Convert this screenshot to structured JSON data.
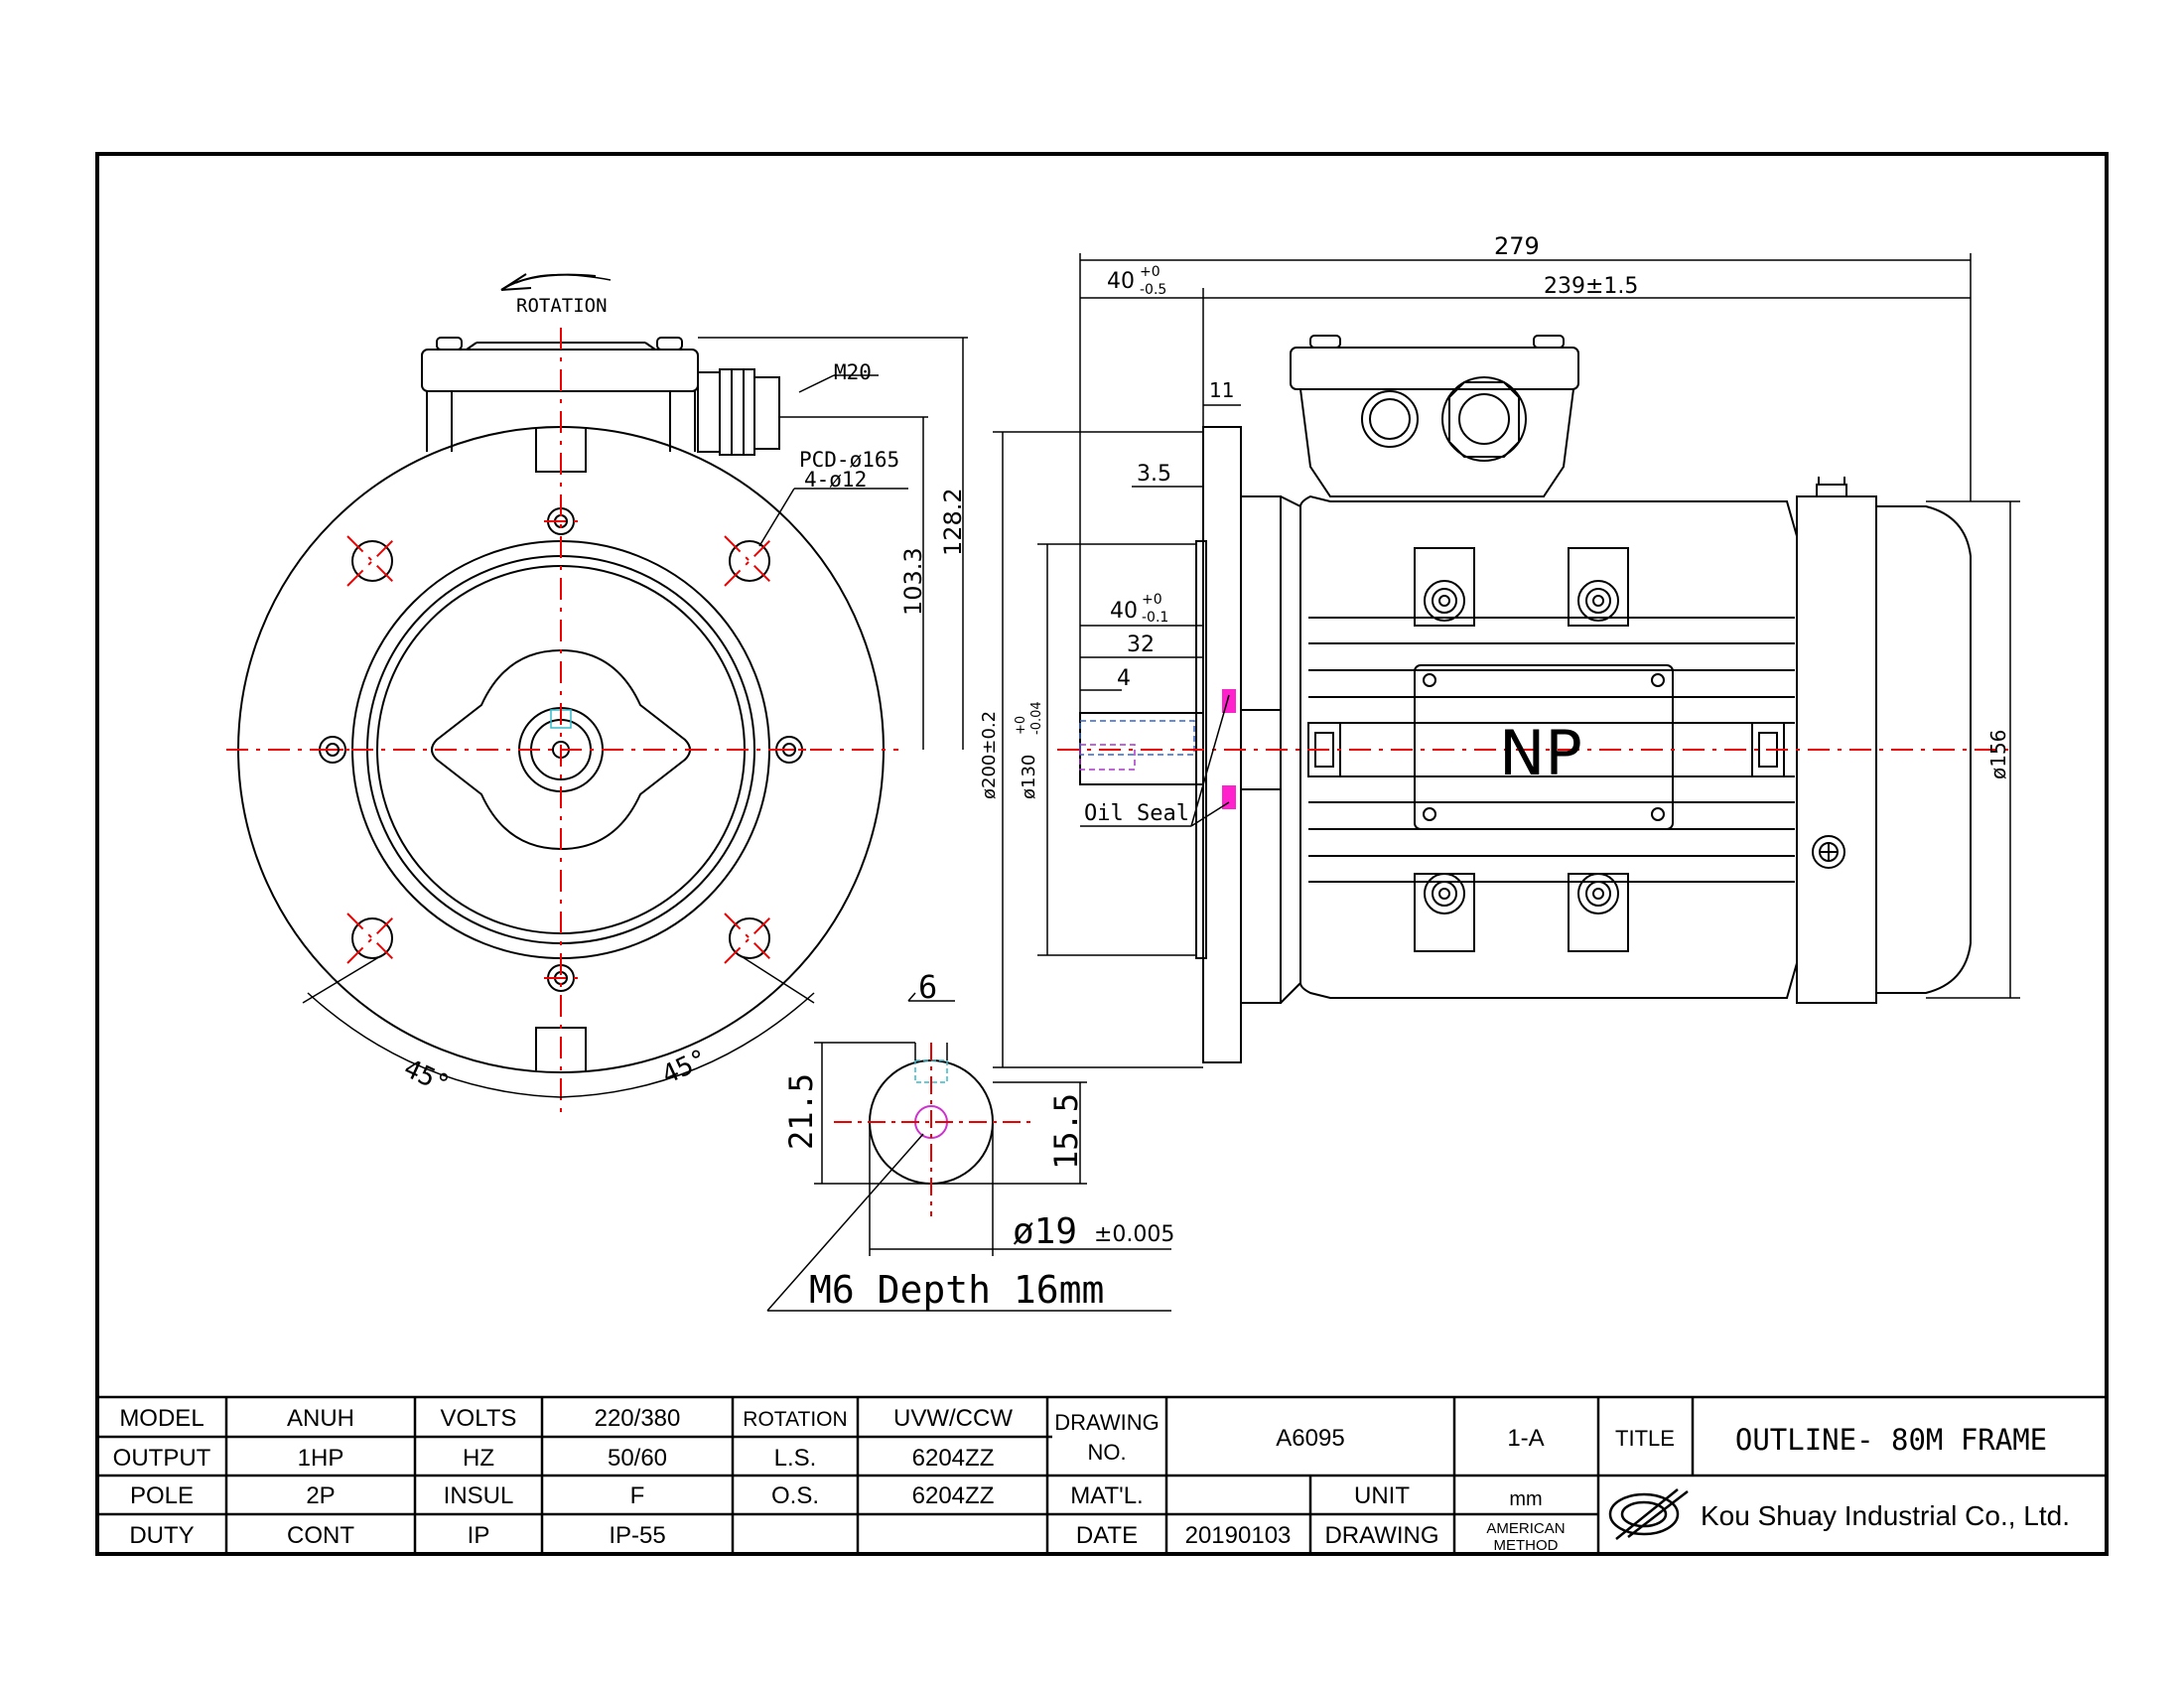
{
  "front_view": {
    "rotation_label": "ROTATION",
    "dims": {
      "m20": "M20",
      "pcd": "PCD-ø165",
      "holes": "4-ø12",
      "h103": "103.3",
      "h128": "128.2",
      "angle": "45°"
    }
  },
  "side_view": {
    "dims": {
      "d279": "279",
      "d40a": "40",
      "d40a_tol_top": "+0",
      "d40a_tol_bot": "-0.5",
      "d239": "239±1.5",
      "d11": "11",
      "d3_5": "3.5",
      "d40b": "40",
      "d40b_tol_top": "+0",
      "d40b_tol_bot": "-0.1",
      "d32": "32",
      "d4": "4",
      "d200": "ø200±0.2",
      "d130": "ø130",
      "d130_tol_top": "+0",
      "d130_tol_bot": "-0.04",
      "d156": "ø156",
      "oil_seal": "Oil Seal",
      "np": "NP"
    }
  },
  "shaft_view": {
    "dims": {
      "d6": "6",
      "d21_5": "21.5",
      "d15_5": "15.5",
      "d19": "ø19",
      "d19_tol": "±0.005",
      "thread": "M6 Depth 16mm"
    }
  },
  "title_block": {
    "r1": [
      "MODEL",
      "ANUH",
      "VOLTS",
      "220/380",
      "ROTATION",
      "UVW/CCW"
    ],
    "r2": [
      "OUTPUT",
      "1HP",
      "HZ",
      "50/60",
      "L.S.",
      "6204ZZ"
    ],
    "r3": [
      "POLE",
      "2P",
      "INSUL",
      "F",
      "O.S.",
      "6204ZZ"
    ],
    "r4": [
      "DUTY",
      "CONT",
      "IP",
      "IP-55",
      "",
      ""
    ],
    "drawing_no_label_1": "DRAWING",
    "drawing_no_label_2": "NO.",
    "drawing_no": "A6095",
    "revision": "1-A",
    "title_label": "TITLE",
    "title": "OUTLINE- 80M FRAME",
    "matl_label": "MAT'L.",
    "unit_label": "UNIT",
    "unit": "mm",
    "date_label": "DATE",
    "date": "20190103",
    "drawing_label": "DRAWING",
    "method_1": "AMERICAN",
    "method_2": "METHOD",
    "company": "Kou Shuay Industrial Co., Ltd."
  }
}
